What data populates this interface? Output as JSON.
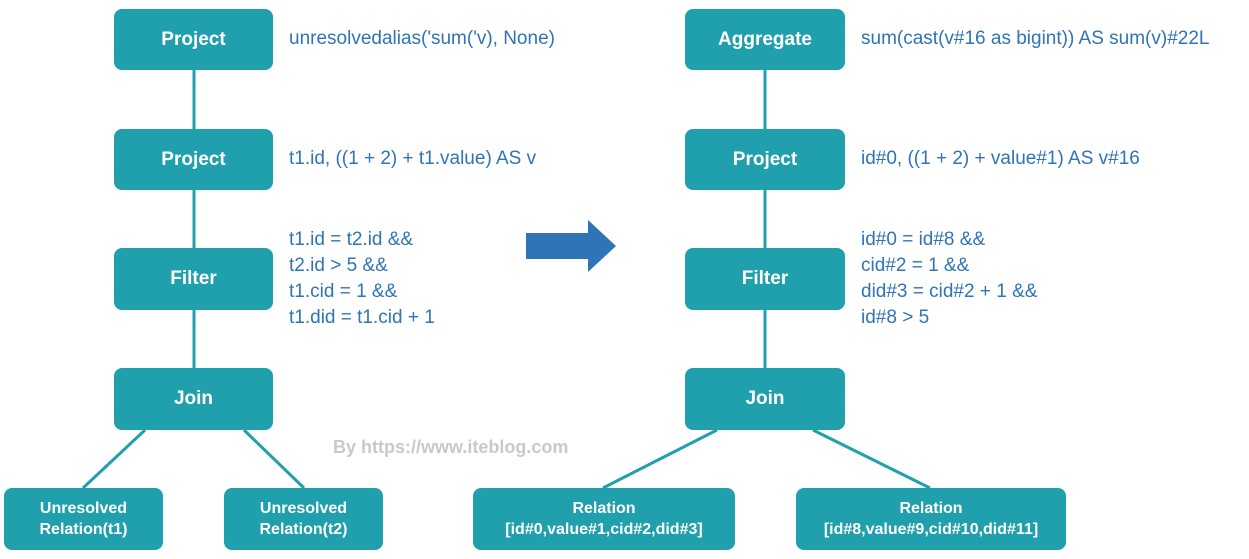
{
  "left_tree": {
    "project_top": {
      "label": "Project",
      "annotation": "unresolvedalias('sum('v), None)"
    },
    "project": {
      "label": "Project",
      "annotation": "t1.id, ((1 + 2) + t1.value) AS v"
    },
    "filter": {
      "label": "Filter",
      "annotation": [
        "t1.id = t2.id &&",
        "t2.id > 5 &&",
        "t1.cid = 1 &&",
        "t1.did = t1.cid + 1"
      ]
    },
    "join": {
      "label": "Join"
    },
    "relation_t1": [
      "Unresolved",
      "Relation(t1)"
    ],
    "relation_t2": [
      "Unresolved",
      "Relation(t2)"
    ]
  },
  "right_tree": {
    "aggregate": {
      "label": "Aggregate",
      "annotation": "sum(cast(v#16 as bigint)) AS sum(v)#22L"
    },
    "project": {
      "label": "Project",
      "annotation": "id#0, ((1 + 2) + value#1) AS v#16"
    },
    "filter": {
      "label": "Filter",
      "annotation": [
        "id#0 = id#8 &&",
        "cid#2 = 1 &&",
        "did#3 = cid#2 + 1 &&",
        "id#8 > 5"
      ]
    },
    "join": {
      "label": "Join"
    },
    "relation_left": [
      "Relation",
      "[id#0,value#1,cid#2,did#3]"
    ],
    "relation_right": [
      "Relation",
      "[id#8,value#9,cid#10,did#11]"
    ]
  },
  "watermark": "By https://www.iteblog.com",
  "colors": {
    "node_fill": "#20A0AC",
    "node_text": "#ffffff",
    "annotation_text": "#2F74B5",
    "arrow": "#2F74B5",
    "watermark": "#C9C9C9"
  }
}
